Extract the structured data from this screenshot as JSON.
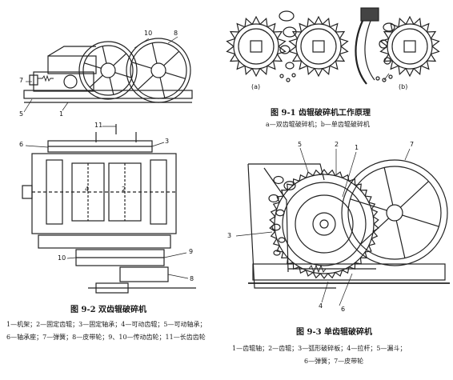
{
  "fig_9_1": {
    "title": "图 9-1  齿辊破碎机工作原理",
    "subtitle": "a—双齿辊破碎机；b—单齿辊破碎机",
    "panel_a": "(a)",
    "panel_b": "(b)"
  },
  "fig_9_2": {
    "title": "图 9-2  双齿辊破碎机",
    "legend_line1": "1—机架；2—固定齿辊；3—固定轴承；4—可动齿辊；5—可动轴承；",
    "legend_line2": "6—轴承座；7—弹簧；8—皮带轮；9、10—传动齿轮；11—长齿齿轮",
    "callouts": {
      "c10": "10",
      "c8": "8",
      "c7": "7",
      "c5": "5",
      "c1": "1",
      "c11": "11",
      "c6": "6",
      "c3": "3",
      "c4": "4",
      "c2": "2",
      "c9": "9",
      "c10b": "10",
      "c8b": "8"
    }
  },
  "fig_9_3": {
    "title": "图 9-3  单齿辊破碎机",
    "legend_line1": "1—齿辊轴；2—齿辊；3—弧形破碎板；4—拉杆；5—漏斗；",
    "legend_line2": "6—弹簧；7—皮带轮",
    "callouts": {
      "c5": "5",
      "c2": "2",
      "c1": "1",
      "c7": "7",
      "c3": "3",
      "c4": "4",
      "c6": "6"
    }
  }
}
